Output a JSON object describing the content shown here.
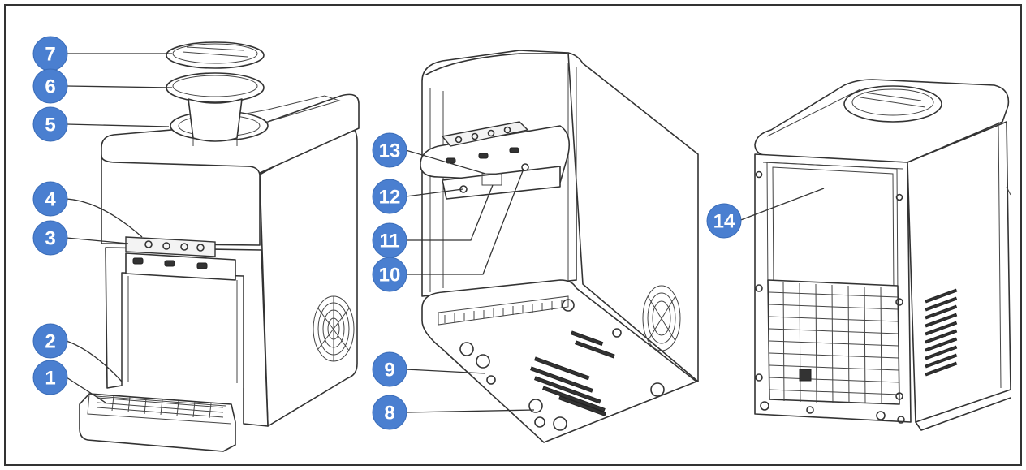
{
  "callouts": [
    {
      "id": "c1",
      "label": "1"
    },
    {
      "id": "c2",
      "label": "2"
    },
    {
      "id": "c3",
      "label": "3"
    },
    {
      "id": "c4",
      "label": "4"
    },
    {
      "id": "c5",
      "label": "5"
    },
    {
      "id": "c6",
      "label": "6"
    },
    {
      "id": "c7",
      "label": "7"
    },
    {
      "id": "c8",
      "label": "8"
    },
    {
      "id": "c9",
      "label": "9"
    },
    {
      "id": "c10",
      "label": "10"
    },
    {
      "id": "c11",
      "label": "11"
    },
    {
      "id": "c12",
      "label": "12"
    },
    {
      "id": "c13",
      "label": "13"
    },
    {
      "id": "c14",
      "label": "14"
    }
  ],
  "colors": {
    "badge": "#4a7fd0",
    "line": "#333333",
    "frame": "#333333"
  }
}
